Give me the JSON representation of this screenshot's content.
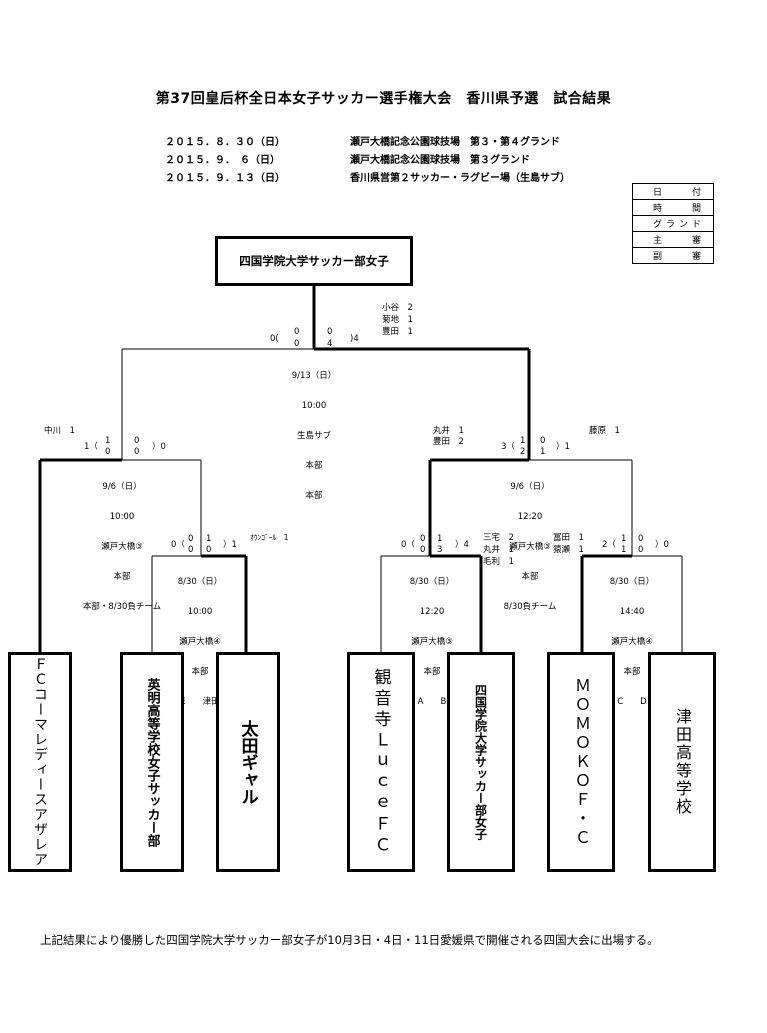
{
  "title": "第37回皇后杯全日本女子サッカー選手権大会　香川県予選　試合結果",
  "schedule": [
    {
      "date": "２０１５．８．３０（日）",
      "venue": "瀬戸大橋記念公園球技場　第３・第４グランド"
    },
    {
      "date": "２０１５．９．　６（日）",
      "venue": "瀬戸大橋記念公園球技場　第３グランド"
    },
    {
      "date": "２０１５．９．１３（日）",
      "venue": "香川県営第２サッカー・ラグビー場（生島サブ）"
    }
  ],
  "legend": [
    "日付",
    "時間",
    "グランド",
    "主審",
    "副審"
  ],
  "top_team": "四国学院大学サッカー部女子",
  "final": {
    "scorers": [
      "小谷　2",
      "菊地　1",
      "豊田　1"
    ],
    "score_open": "0(",
    "h1": "0",
    "h2": "0",
    "a1": "0",
    "a2": "4",
    "score_close": ")4",
    "info": [
      "9/13（日）",
      "10:00",
      "生島サブ",
      "本部",
      "本部"
    ]
  },
  "semi_left": {
    "scorer": "中川　1",
    "score_open": "1（",
    "h1": "1",
    "h2": "0",
    "a1": "0",
    "a2": "0",
    "score_close": "）0",
    "info": [
      "9/6（日）",
      "10:00",
      "瀬戸大橋③",
      "本部",
      "本部・8/30負チーム"
    ]
  },
  "semi_right": {
    "scorers_left": [
      "丸井　1",
      "豊田　2"
    ],
    "scorer_right": "藤原　1",
    "score_open": "3（",
    "h1": "1",
    "h2": "2",
    "a1": "0",
    "a2": "1",
    "score_close": "）1",
    "info": [
      "9/6（日）",
      "12:20",
      "瀬戸大橋③",
      "本部",
      "8/30負チーム"
    ]
  },
  "r1_a": {
    "scorer": "ｵｳﾝｺﾞｰﾙ　1",
    "score_open": "0（",
    "h1": "0",
    "h2": "0",
    "a1": "1",
    "a2": "0",
    "score_close": "）1",
    "info": [
      "8/30（日）",
      "10:00",
      "瀬戸大橋④",
      "本部",
      "E　　津田"
    ]
  },
  "r1_b": {
    "scorers": [
      "三宅　2",
      "丸井　1",
      "毛利　1"
    ],
    "score_open": "0（",
    "h1": "0",
    "h2": "0",
    "a1": "1",
    "a2": "3",
    "score_close": "）4",
    "info": [
      "8/30（日）",
      "12:20",
      "瀬戸大橋③",
      "本部",
      "A　　B"
    ]
  },
  "r1_c": {
    "scorers": [
      "冨田　1",
      "猿瀬　1"
    ],
    "score_open": "2（",
    "h1": "1",
    "h2": "1",
    "a1": "0",
    "a2": "0",
    "score_close": "）0",
    "info": [
      "8/30（日）",
      "14:40",
      "瀬戸大橋④",
      "本部",
      "C　　D"
    ]
  },
  "teams": [
    "ＦＣコーマレディースアザレア",
    "英明高等学校女子サッカー部",
    "太田ギャル",
    "観音寺ＬｕｃｅＦＣ",
    "四国学院大学サッカー部女子",
    "ＭＯＭＯＫＯＦ・Ｃ",
    "津田高等学校"
  ],
  "footer": "上記結果により優勝した四国学院大学サッカー部女子が10月3日・4日・11日愛媛県で開催される四国大会に出場する。"
}
